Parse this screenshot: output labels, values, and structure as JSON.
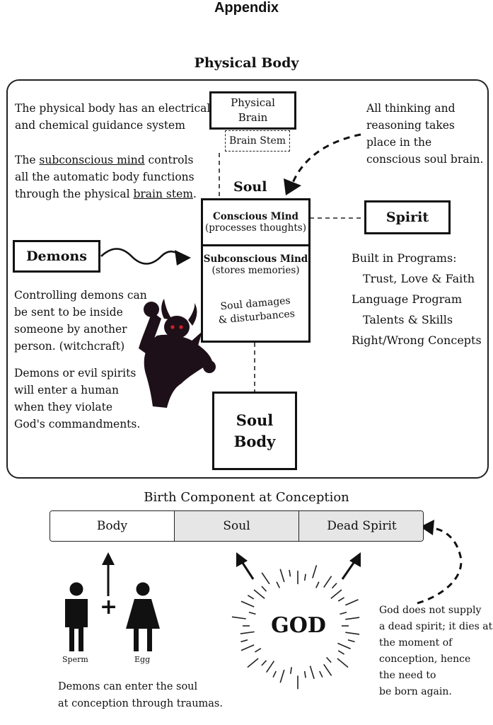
{
  "page": {
    "heading": "Appendix"
  },
  "physical_body": {
    "title": "Physical Body",
    "left_para1": [
      "The physical body has an electrical",
      "and chemical guidance system"
    ],
    "left_para2": {
      "l1a": "The ",
      "l1u": "subconscious mind",
      "l1b": " controls",
      "l2": "all the automatic body functions",
      "l3a": "through the physical ",
      "l3u": "brain stem",
      "l3b": "."
    },
    "physical_brain": [
      "Physical",
      "Brain"
    ],
    "brain_stem": "Brain Stem",
    "thinking_note": [
      "All thinking and",
      "reasoning takes",
      "place in the",
      "conscious soul brain."
    ],
    "soul_label": "Soul",
    "conscious_mind": {
      "title": "Conscious Mind",
      "sub": "(processes thoughts)"
    },
    "subconscious_mind": {
      "title": "Subconscious Mind",
      "sub": "(stores memories)"
    },
    "damages": [
      "Soul damages",
      "& disturbances"
    ],
    "spirit": "Spirit",
    "programs": {
      "heading": "Built in Programs:",
      "items": [
        "Trust, Love & Faith",
        "Language Program",
        "Talents & Skills",
        "Right/Wrong Concepts"
      ]
    },
    "demons": "Demons",
    "demons_note1": [
      "Controlling demons can",
      "be sent to be inside",
      "someone by another",
      "person. (witchcraft)"
    ],
    "demons_note2": [
      "Demons or evil spirits",
      "will enter a human",
      "when they violate",
      "God's commandments."
    ],
    "soul_body": [
      "Soul",
      "Body"
    ]
  },
  "birth": {
    "title": "Birth Component at Conception",
    "segments": [
      "Body",
      "Soul",
      "Dead Spirit"
    ],
    "sperm": "Sperm",
    "egg": "Egg",
    "plus": "+",
    "god": "GOD",
    "demons_note": [
      "Demons can enter the soul",
      "at conception through traumas."
    ],
    "spirit_note": [
      "God does not supply",
      "a dead spirit; it dies at",
      "the moment of",
      "conception, hence",
      "the need to",
      "be born again."
    ]
  },
  "colors": {
    "ink": "#111111",
    "shaded": "#e6e6e6",
    "demon": "#1e1018",
    "demon_eyes": "#d0202a"
  },
  "icons": [
    "wavy-arrow-icon",
    "curved-dashed-arrow-icon",
    "demon-figure-icon",
    "man-icon",
    "woman-icon",
    "burst-icon"
  ]
}
